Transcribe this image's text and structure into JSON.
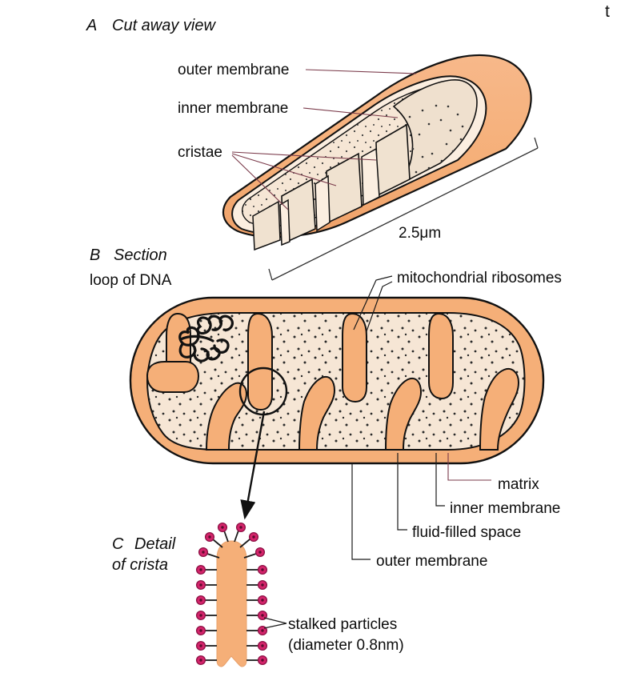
{
  "figure": {
    "title_hidden": "",
    "corner_fragment": "t"
  },
  "panels": {
    "a": {
      "letter": "A",
      "title": "Cut away view",
      "labels": {
        "outer_membrane": "outer membrane",
        "inner_membrane": "inner membrane",
        "cristae": "cristae"
      },
      "scale_label": "2.5μm"
    },
    "b": {
      "letter": "B",
      "title": "Section",
      "labels": {
        "loop_of_dna": "loop of DNA",
        "ribosomes": "mitochondrial ribosomes",
        "matrix": "matrix",
        "inner_membrane": "inner membrane",
        "fluid_filled_space": "fluid-filled space",
        "outer_membrane": "outer membrane"
      }
    },
    "c": {
      "letter": "C",
      "title_line1": "Detail",
      "title_line2": "of crista",
      "labels": {
        "stalked_particles_line1": "stalked particles",
        "stalked_particles_line2": "(diameter 0.8nm)"
      }
    }
  },
  "colors": {
    "membrane_orange": "#F5AF78",
    "matrix_cream": "#F6E6D5",
    "outline_black": "#111111",
    "particle_magenta": "#D4246B",
    "particle_core": "#6B0E34",
    "leader_line": "#7A3A4A",
    "background": "#FFFFFF"
  }
}
